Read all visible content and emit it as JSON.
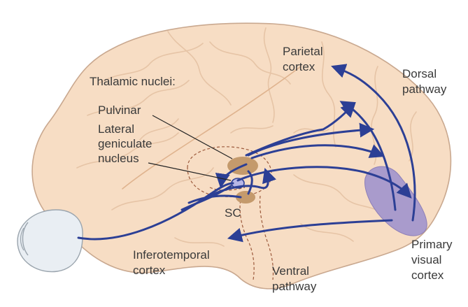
{
  "diagram": {
    "labels": {
      "thalamic_nuclei": "Thalamic nuclei:",
      "pulvinar": "Pulvinar",
      "lgn_line1": "Lateral",
      "lgn_line2": "geniculate",
      "lgn_line3": "nucleus",
      "sc": "SC",
      "parietal_line1": "Parietal",
      "parietal_line2": "cortex",
      "dorsal_line1": "Dorsal",
      "dorsal_line2": "pathway",
      "inferotemporal_line1": "Inferotemporal",
      "inferotemporal_line2": "cortex",
      "ventral_line1": "Ventral",
      "ventral_line2": "pathway",
      "primary_line1": "Primary",
      "primary_line2": "visual",
      "primary_line3": "cortex"
    },
    "colors": {
      "brain_fill": "#f7ddc4",
      "brain_outline": "#c9a88f",
      "sulci": "#e6c4a6",
      "pathway_blue": "#2c3f95",
      "nucleus_brown": "#c49a6c",
      "dashed_outline": "#9c5a3c",
      "visual_cortex_purple": "#a99bcc",
      "eye_fill": "#e9eef3",
      "eye_outline": "#9aa4ad",
      "label_text": "#3a3a3a"
    }
  }
}
